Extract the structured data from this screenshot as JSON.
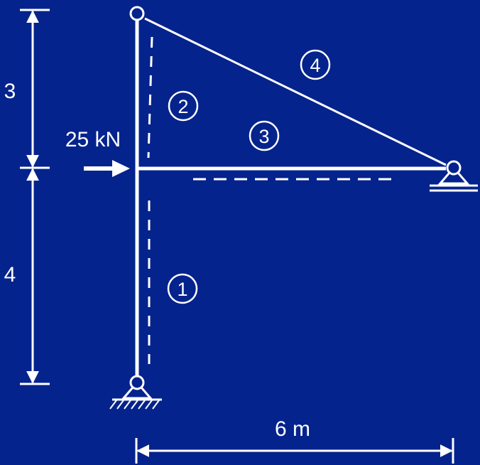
{
  "colors": {
    "background": "#05238C",
    "foreground": "#FFFFFF"
  },
  "dimensions": {
    "upper_height": "3",
    "lower_height": "4",
    "width": "6 m"
  },
  "load": {
    "label": "25 kN"
  },
  "members": [
    {
      "label": "1"
    },
    {
      "label": "2"
    },
    {
      "label": "3"
    },
    {
      "label": "4"
    }
  ]
}
